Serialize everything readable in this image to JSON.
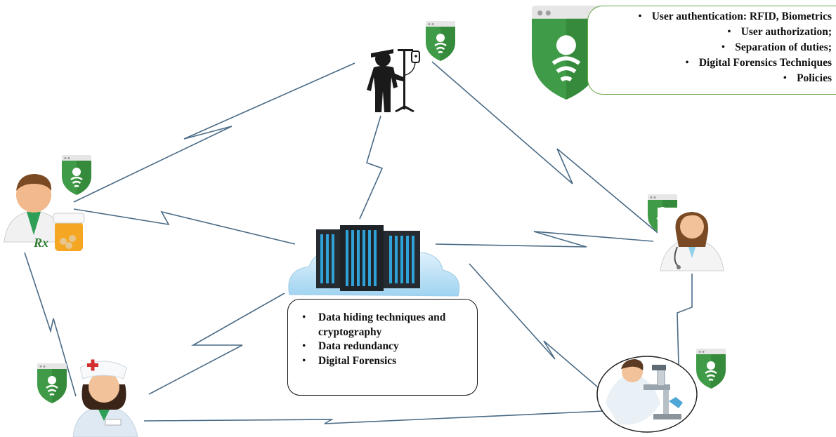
{
  "policy_box": {
    "items": [
      "User authentication: RFID, Biometrics",
      "User authorization;",
      "Separation of duties;",
      "Digital Forensics Techniques",
      "Policies"
    ]
  },
  "data_box": {
    "items": [
      "Data hiding techniques and cryptography",
      "Data redundancy",
      "Digital Forensics"
    ]
  },
  "icons": {
    "shield": "shield-lock-icon",
    "patient": "patient-iv-icon",
    "pharmacist": "pharmacist-icon",
    "doctor": "doctor-icon",
    "nurse": "nurse-icon",
    "lab": "lab-researcher-icon",
    "cloud": "cloud-server-icon"
  },
  "colors": {
    "shield_green": "#3f9b47",
    "shield_dark": "#2e7d32",
    "callout_border": "#6aa84f",
    "connector": "#4a6b86",
    "server_screen": "#2fa3d8",
    "cloud": "#c8e6f8"
  }
}
